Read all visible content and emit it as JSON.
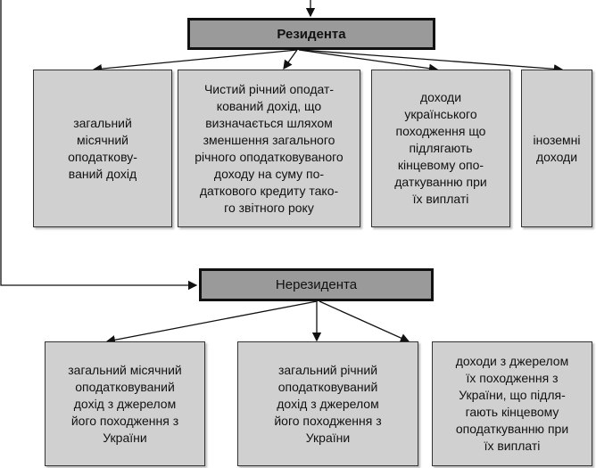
{
  "resident": {
    "title": "Резидента",
    "items": [
      {
        "lines": [
          "загальний",
          "місячний",
          "оподаткову-",
          "ваний дохід"
        ]
      },
      {
        "lines": [
          "Чистий річний оподат-",
          "кований дохід, що",
          "визначається шляхом",
          "зменшення загального",
          "річного оподатковуваного",
          "доходу на суму по-",
          "даткового кредиту тако-",
          "го звітного року"
        ]
      },
      {
        "lines": [
          "доходи",
          "українського",
          "походження  що",
          "підлягають",
          "кінцевому опо-",
          "даткуванню при",
          "їх виплаті"
        ]
      },
      {
        "lines": [
          "іноземні",
          "доходи"
        ]
      }
    ]
  },
  "nonresident": {
    "title": "Нерезидента",
    "items": [
      {
        "lines": [
          "загальний місячний",
          "оподатковуваний",
          "дохід з джерелом",
          "його походження з",
          "України"
        ]
      },
      {
        "lines": [
          "загальний річний",
          "оподатковуваний",
          "дохід з джерелом",
          "його походження з",
          "України"
        ]
      },
      {
        "lines": [
          "доходи з джерелом",
          "їх  походження з",
          "України, що підля-",
          "гають кінцевому",
          "оподаткуванню при",
          "їх виплаті"
        ]
      }
    ]
  }
}
